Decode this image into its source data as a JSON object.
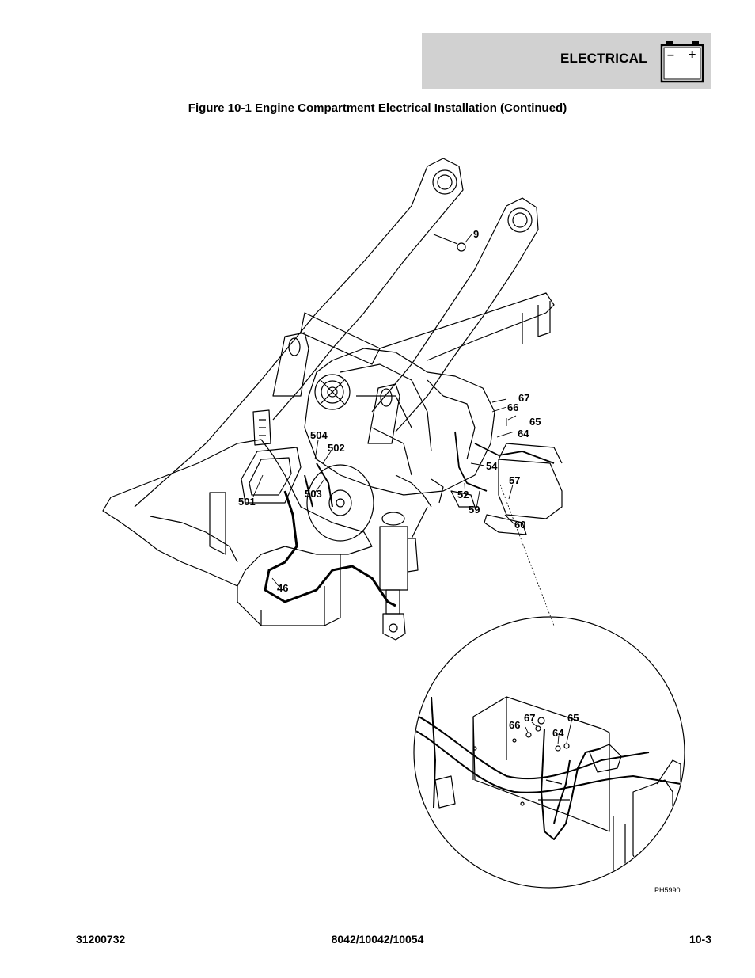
{
  "header": {
    "section": "ELECTRICAL",
    "battery_icon": "battery-icon",
    "battery_minus": "–",
    "battery_plus": "+"
  },
  "figure_title": "Figure 10-1 Engine Compartment Electrical Installation (Continued)",
  "main_callouts": {
    "c9": "9",
    "c67": "67",
    "c66": "66",
    "c65": "65",
    "c64": "64",
    "c504": "504",
    "c502": "502",
    "c54": "54",
    "c57": "57",
    "c501": "501",
    "c503": "503",
    "c52": "52",
    "c59": "59",
    "c60": "60",
    "c46": "46"
  },
  "detail_callouts": {
    "c66": "66",
    "c67": "67",
    "c65": "65",
    "c64": "64"
  },
  "photo_id": "PH5990",
  "footer": {
    "left": "31200732",
    "center": "8042/10042/10054",
    "right": "10-3"
  }
}
